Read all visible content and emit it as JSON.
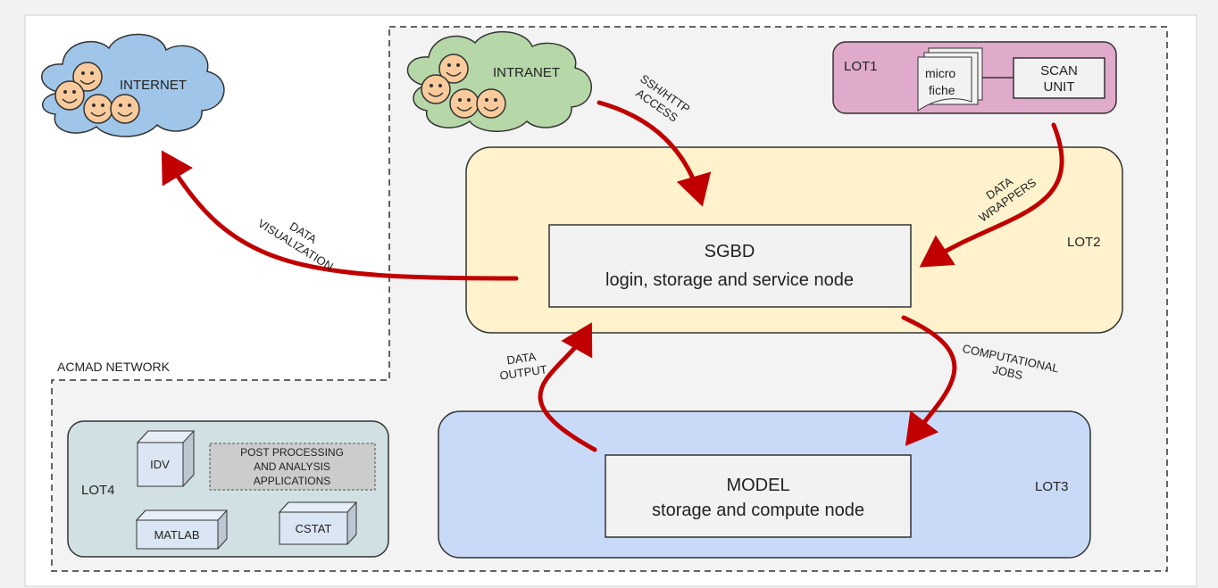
{
  "network": {
    "label": "ACMAD NETWORK"
  },
  "clouds": {
    "internet": "INTERNET",
    "intranet": "INTRANET"
  },
  "lot1": {
    "label": "LOT1",
    "microfiche_line1": "micro",
    "microfiche_line2": "fiche",
    "scan_line1": "SCAN",
    "scan_line2": "UNIT"
  },
  "lot2": {
    "label": "LOT2",
    "sgbd_title": "SGBD",
    "sgbd_subtitle": "login, storage and service node"
  },
  "lot3": {
    "label": "LOT3",
    "model_title": "MODEL",
    "model_subtitle": "storage and compute node"
  },
  "lot4": {
    "label": "LOT4",
    "idv": "IDV",
    "matlab": "MATLAB",
    "cstat": "CSTAT",
    "post_line1": "POST PROCESSING",
    "post_line2": "AND ANALYSIS",
    "post_line3": "APPLICATIONS"
  },
  "arrows": {
    "ssh_line1": "SSH/HTTP",
    "ssh_line2": "ACCESS",
    "wrappers_line1": "DATA",
    "wrappers_line2": "WRAPPERS",
    "viz_line1": "DATA",
    "viz_line2": "VISUALIZATION",
    "output_line1": "DATA",
    "output_line2": "OUTPUT",
    "jobs_line1": "COMPUTATIONAL",
    "jobs_line2": "JOBS"
  },
  "colors": {
    "arrow": "#c00000",
    "lot1_fill": "#e0aacb",
    "lot2_fill": "#fff2cc",
    "lot3_fill": "#c9daf8",
    "lot4_fill": "#d0e0e3",
    "internet_fill": "#9fc5e8",
    "intranet_fill": "#b6d7a8",
    "face_fill": "#f9cb9c"
  }
}
